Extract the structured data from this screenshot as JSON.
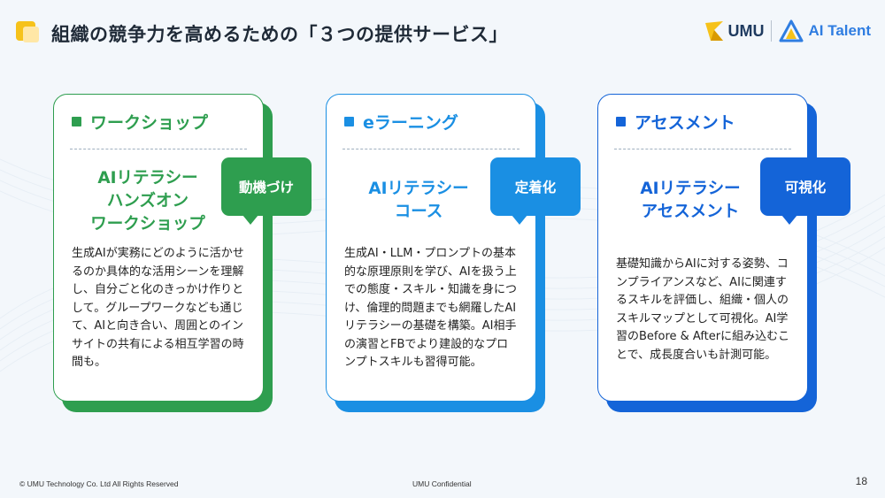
{
  "header": {
    "title": "組織の競争力を高めるための「３つの提供サービス」",
    "logo_umu": "UMU",
    "logo_ai": "AI Talent"
  },
  "colors": {
    "green": "#2e9e4f",
    "blue": "#1a8fe3",
    "navy": "#1464d8",
    "accent_yellow": "#f6c21a"
  },
  "cards": [
    {
      "heading": "ワークショップ",
      "name_lines": [
        "AIリテラシー",
        "ハンズオン",
        "ワークショップ"
      ],
      "badge": "動機づけ",
      "body": "生成AIが実務にどのように活かせるのか具体的な活用シーンを理解し、自分ごと化のきっかけ作りとして。グループワークなども通じて、AIと向き合い、周囲とのインサイトの共有による相互学習の時間も。"
    },
    {
      "heading": "eラーニング",
      "name_lines": [
        "AIリテラシー",
        "コース"
      ],
      "badge": "定着化",
      "body": "生成AI・LLM・プロンプトの基本的な原理原則を学び、AIを扱う上での態度・スキル・知識を身につけ、倫理的問題までも網羅したAIリテラシーの基礎を構築。AI相手の演習とFBでより建設的なプロンプトスキルも習得可能。"
    },
    {
      "heading": "アセスメント",
      "name_lines": [
        "AIリテラシー",
        "アセスメント"
      ],
      "badge": "可視化",
      "body": "基礎知識からAIに対する姿勢、コンプライアンスなど、AIに関連するスキルを評価し、組織・個人のスキルマップとして可視化。AI学習のBefore & Afterに組み込むことで、成長度合いも計測可能。"
    }
  ],
  "footer": {
    "copyright": "© UMU Technology Co. Ltd All Rights Reserved",
    "confidential": "UMU Confidential",
    "page_number": "18"
  }
}
